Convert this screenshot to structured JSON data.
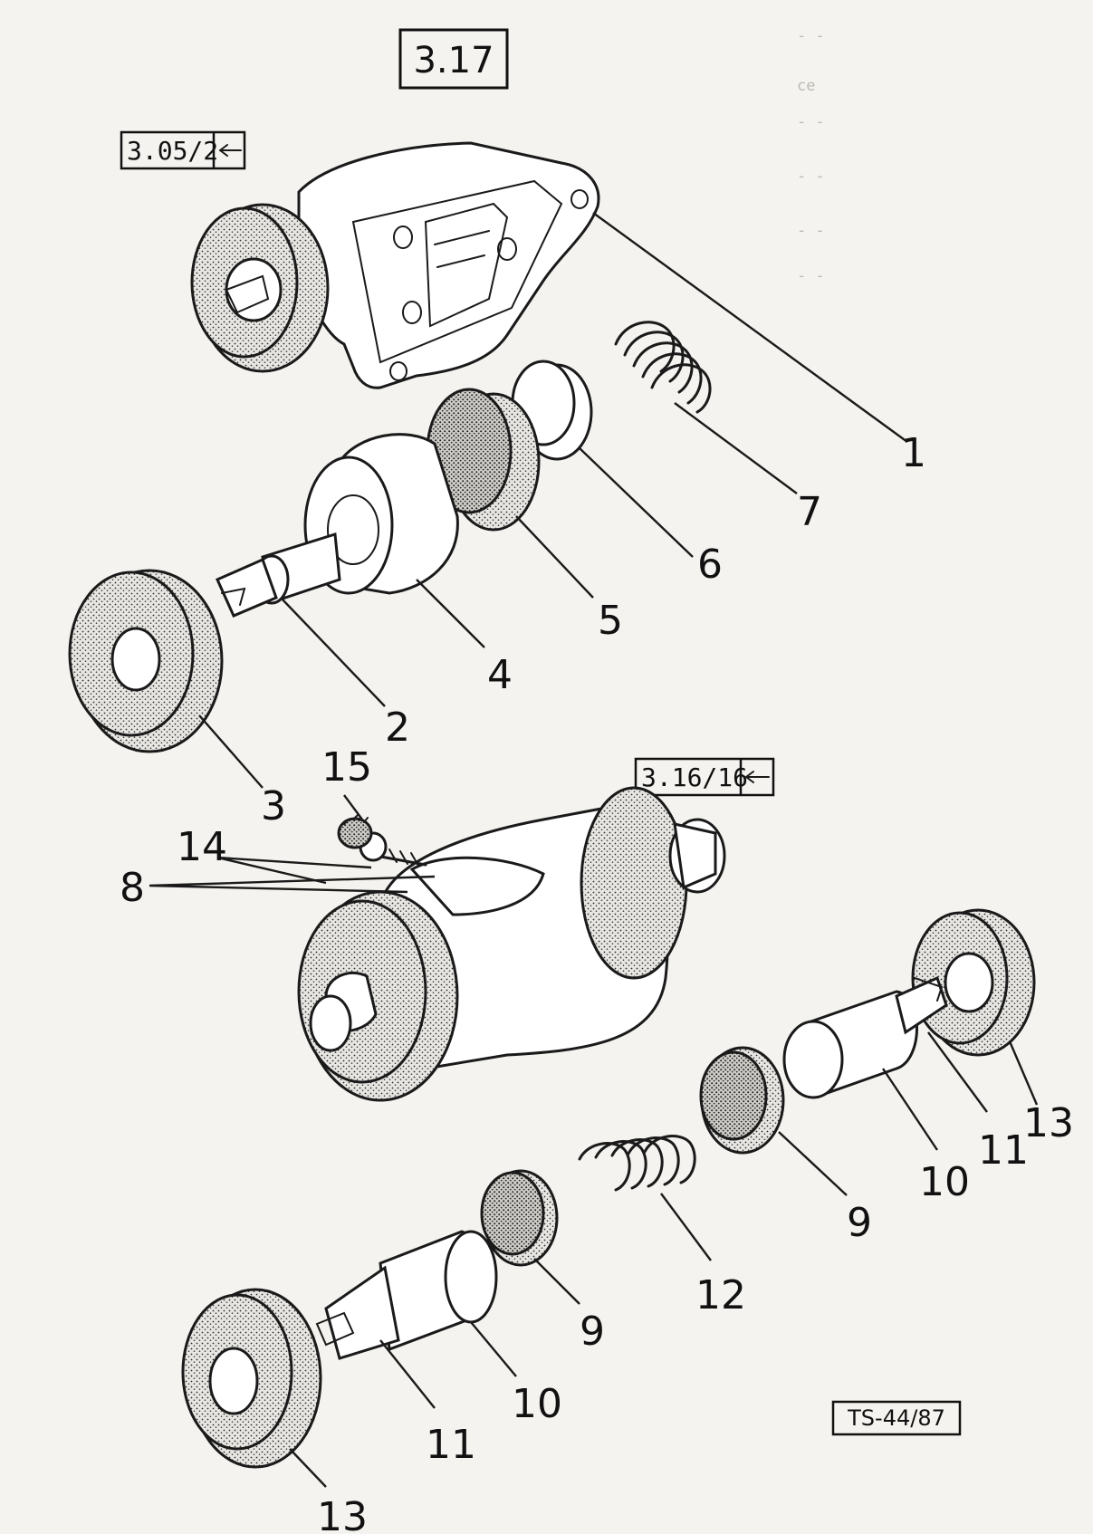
{
  "figure": {
    "number": "3.17",
    "ref_top": "3.05/2",
    "ref_mid": "3.16/16",
    "doc_id": "TS-44/87"
  },
  "bleed_through": [
    "- -",
    "ce",
    "- -",
    "- -",
    "- -",
    "- -"
  ],
  "callouts": [
    {
      "id": "c1",
      "text": "1"
    },
    {
      "id": "c2",
      "text": "2"
    },
    {
      "id": "c3",
      "text": "3"
    },
    {
      "id": "c4",
      "text": "4"
    },
    {
      "id": "c5",
      "text": "5"
    },
    {
      "id": "c6",
      "text": "6"
    },
    {
      "id": "c7",
      "text": "7"
    },
    {
      "id": "c8",
      "text": "8"
    },
    {
      "id": "c9a",
      "text": "9"
    },
    {
      "id": "c9b",
      "text": "9"
    },
    {
      "id": "c10a",
      "text": "10"
    },
    {
      "id": "c10b",
      "text": "10"
    },
    {
      "id": "c11a",
      "text": "11"
    },
    {
      "id": "c11b",
      "text": "11"
    },
    {
      "id": "c12",
      "text": "12"
    },
    {
      "id": "c13a",
      "text": "13"
    },
    {
      "id": "c13b",
      "text": "13"
    },
    {
      "id": "c14",
      "text": "14"
    },
    {
      "id": "c15",
      "text": "15"
    }
  ]
}
